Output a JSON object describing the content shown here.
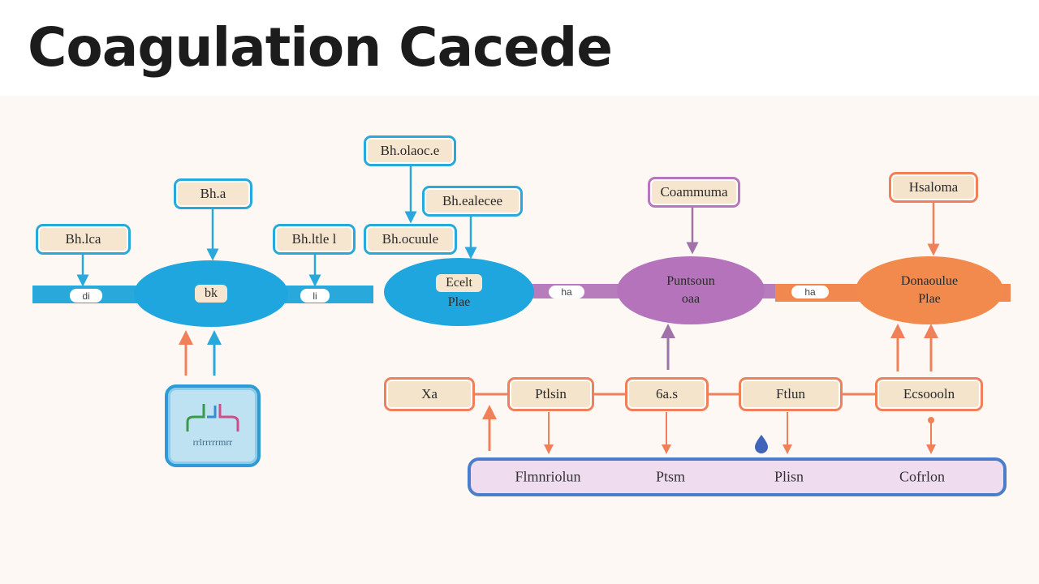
{
  "title": "Coagulation Cacede",
  "colors": {
    "cyan": "#29a9db",
    "purple": "#b877bd",
    "orange": "#f0805a",
    "blue": "#4c7dcb",
    "box_fill": "#f7e6cf",
    "background": "#fdf8f3"
  },
  "top_boxes": {
    "a": "Bh.lca",
    "b": "Bh.a",
    "c": "Bh.ltle l",
    "d": "Bh.olaoc.e",
    "e": "Bh.ealecee",
    "f": "Bh.ocuule",
    "g": "Coammuma",
    "h": "Hsaloma"
  },
  "pills": [
    "di",
    "li",
    "ha",
    "ha"
  ],
  "nodes": {
    "n1_label": "bk",
    "n2_label_top": "Ecelt",
    "n2_label_bottom": "Plae",
    "n3_line1": "Puntsoun",
    "n3_line2": "oaa",
    "n4_line1": "Donaoulue",
    "n4_line2": "Plae"
  },
  "device_text": "rrlrrrrrmrr",
  "bottom_boxes": [
    "Xa",
    "Ptlsin",
    "6a.s",
    "Ftlun",
    "Ecsoooln"
  ],
  "panel_labels": [
    "Flmnriolun",
    "Ptsm",
    "Plisn",
    "Cofrlon"
  ],
  "icons": [
    "arrow-down-icon",
    "arrow-up-icon",
    "test-tube-icon",
    "blood-drop-icon"
  ]
}
